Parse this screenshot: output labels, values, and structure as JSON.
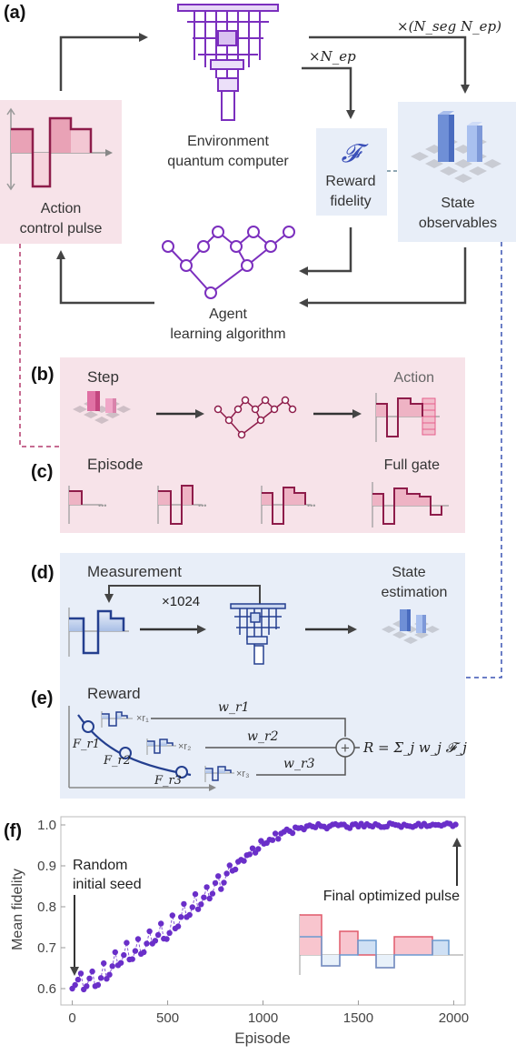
{
  "panels": {
    "a": "(a)",
    "b": "(b)",
    "c": "(c)",
    "d": "(d)",
    "e": "(e)",
    "f": "(f)"
  },
  "environment": {
    "line1": "Environment",
    "line2": "quantum computer"
  },
  "action": {
    "line1": "Action",
    "line2": "control pulse"
  },
  "reward_box": {
    "symbol": "𝓕",
    "line1": "Reward",
    "line2": "fidelity"
  },
  "state_box": {
    "line1": "State",
    "line2": "observables"
  },
  "agent": {
    "line1": "Agent",
    "line2": "learning algorithm"
  },
  "loop_labels": {
    "nseg_nep": "×(N_seg N_ep)",
    "nep": "×N_ep"
  },
  "step_row": {
    "title": "Step",
    "action": "Action"
  },
  "episode_row": {
    "title": "Episode",
    "full_gate": "Full gate",
    "dots": "•••"
  },
  "measurement": {
    "title": "Measurement",
    "count": "×1024",
    "estimation_line1": "State",
    "estimation_line2": "estimation"
  },
  "reward_panel": {
    "title": "Reward",
    "formula": "R = Σ_j w_j 𝓕_j",
    "curve_labels": [
      "F_r1",
      "F_r2",
      "F_r3"
    ],
    "multipliers": [
      "×r₁",
      "×r₂",
      "×r₃"
    ],
    "weights": [
      "w_r1",
      "w_r2",
      "w_r3"
    ]
  },
  "chart_data": {
    "type": "scatter",
    "xlabel": "Episode",
    "ylabel": "Mean fidelity",
    "xlim": [
      -60,
      2060
    ],
    "ylim": [
      0.56,
      1.02
    ],
    "xticks": [
      0,
      500,
      1000,
      1500,
      2000
    ],
    "yticks": [
      0.6,
      0.7,
      0.8,
      0.9,
      1.0
    ],
    "grid": false,
    "annotations": {
      "random_seed": [
        "Random",
        "initial seed"
      ],
      "final_pulse": "Final optimized pulse"
    },
    "series": [
      {
        "x": [
          0,
          15,
          30,
          45,
          60,
          75,
          90,
          105,
          120,
          135,
          150,
          165,
          180,
          195,
          210,
          225,
          240,
          255,
          270,
          285,
          300,
          315,
          330,
          345,
          360,
          375,
          390,
          405,
          420,
          435,
          450,
          465,
          480,
          495,
          510,
          525,
          540,
          555,
          570,
          585,
          600,
          615,
          630,
          645,
          660,
          675,
          690,
          705,
          720,
          735,
          750,
          765,
          780,
          795,
          810,
          825,
          840,
          855,
          870,
          885,
          900,
          915,
          930,
          945,
          960,
          975,
          990,
          1005,
          1020,
          1035,
          1050,
          1065,
          1080,
          1095,
          1110,
          1125,
          1140,
          1155,
          1170,
          1185,
          1200,
          1215,
          1230,
          1245,
          1260,
          1275,
          1290,
          1305,
          1320,
          1335,
          1350,
          1365,
          1380,
          1395,
          1410,
          1425,
          1440,
          1455,
          1470,
          1485,
          1500,
          1515,
          1530,
          1545,
          1560,
          1575,
          1590,
          1605,
          1620,
          1635,
          1650,
          1665,
          1680,
          1695,
          1710,
          1725,
          1740,
          1755,
          1770,
          1785,
          1800,
          1815,
          1830,
          1845,
          1860,
          1875,
          1890,
          1905,
          1920,
          1935,
          1950,
          1965,
          1980,
          1995,
          2010
        ],
        "y": [
          0.6,
          0.609,
          0.622,
          0.637,
          0.598,
          0.606,
          0.625,
          0.642,
          0.606,
          0.609,
          0.626,
          0.662,
          0.624,
          0.634,
          0.655,
          0.689,
          0.657,
          0.663,
          0.682,
          0.712,
          0.671,
          0.672,
          0.692,
          0.721,
          0.685,
          0.689,
          0.71,
          0.74,
          0.71,
          0.717,
          0.731,
          0.759,
          0.722,
          0.721,
          0.736,
          0.779,
          0.747,
          0.752,
          0.775,
          0.807,
          0.775,
          0.78,
          0.799,
          0.831,
          0.794,
          0.806,
          0.823,
          0.848,
          0.82,
          0.832,
          0.858,
          0.875,
          0.843,
          0.859,
          0.881,
          0.901,
          0.888,
          0.891,
          0.91,
          0.915,
          0.912,
          0.926,
          0.928,
          0.943,
          0.932,
          0.941,
          0.961,
          0.954,
          0.956,
          0.964,
          0.963,
          0.979,
          0.966,
          0.979,
          0.983,
          0.989,
          0.985,
          0.98,
          0.994,
          0.992,
          0.993,
          0.989,
          0.997,
          0.999,
          0.996,
          0.994,
          1.002,
          0.997,
          0.996,
          0.991,
          0.997,
          1.001,
          1.002,
          0.999,
          1.001,
          1.001,
          0.995,
          0.992,
          1.001,
          1.002,
          0.996,
          1.003,
          0.996,
          1.002,
          0.998,
          0.996,
          1.002,
          0.999,
          0.995,
          0.995,
          0.996,
          1.004,
          1.002,
          1.0,
          0.999,
          0.995,
          1.001,
          0.998,
          0.997,
          0.995,
          0.998,
          1.003,
          0.997,
          1.003,
          0.997,
          0.998,
          1.001,
          1.0,
          1.0,
          0.998,
          1.001,
          1.004,
          1.003,
          0.997,
          1.001
        ]
      }
    ],
    "marker_color": "#6a2fc9"
  },
  "colors": {
    "pink_bg": "#f7e3e9",
    "blue_bg": "#e8eef8",
    "purple": "#7b2fbe",
    "crimson": "#9b1e52",
    "navy": "#243f8f"
  }
}
